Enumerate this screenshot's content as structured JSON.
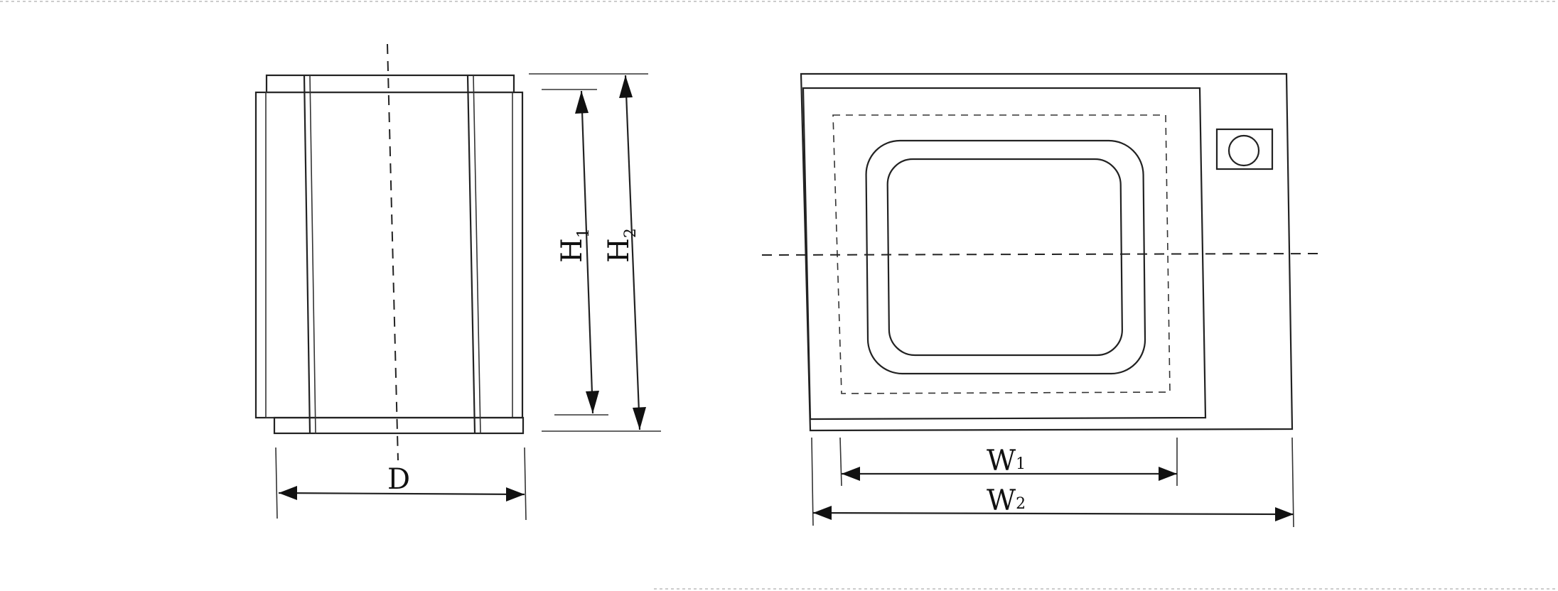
{
  "diagram": {
    "side_view": {
      "depth_label": "D",
      "height_inner_label": {
        "letter": "H",
        "subscript": "1"
      },
      "height_outer_label": {
        "letter": "H",
        "subscript": "2"
      }
    },
    "front_view": {
      "width_inner_label": {
        "letter": "W",
        "subscript": "1"
      },
      "width_outer_label": {
        "letter": "W",
        "subscript": "2"
      }
    }
  }
}
